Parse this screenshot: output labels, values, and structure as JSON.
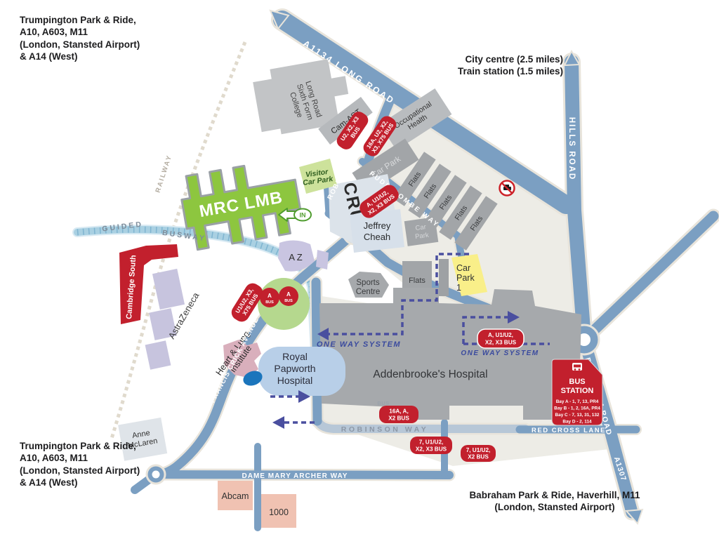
{
  "corners": {
    "top_left": "Trumpington Park & Ride,\nA10, A603, M11\n(London, Stansted Airport)\n&  A14 (West)",
    "top_right": "City centre (2.5 miles)\nTrain station (1.5 miles)",
    "bottom_left": "Trumpington Park & Ride,\nA10, A603, M11\n(London, Stansted Airport)\n&  A14 (West)",
    "bottom_right": "Babraham Park & Ride, Haverhill, M11\n(London, Stansted Airport)"
  },
  "roads": {
    "a1134_long_road": "A1134    LONG ROAD",
    "hills_road": "HILLS ROAD",
    "robinson_way_upper": "ROBINSON WAY",
    "puddicombe_way": "PUDDICOMBE WAY",
    "francis_crick_avenue": "FRANCIS CRICK AVENUE",
    "guided": "GUIDED",
    "busway": "BUSWAY",
    "railway": "RAILWAY",
    "dame_mary_archer_way": "DAME MARY ARCHER WAY",
    "robinson_way_lower": "ROBINSON  WAY",
    "red_cross_lane": "RED CROSS LANE",
    "babraham_road": "BABRAHAM ROAD",
    "a1307": "A1307",
    "one_way_system_1": "ONE WAY SYSTEM",
    "one_way_system_2": "ONE WAY SYSTEM"
  },
  "stations": {
    "cambridge_south": "Cambridge South",
    "bus_station": {
      "title": [
        "BUS",
        "STATION"
      ],
      "bays": [
        "Bay A - 1, 7, 13, PR4",
        "Bay B - 1, 2, 16A, PR4",
        "Bay C - 7, 13, 31, 132",
        "Bay D - 2, 114"
      ]
    }
  },
  "buildings": {
    "college": [
      "Long Road",
      "Sixth Form",
      "College"
    ],
    "cam_ast": "Cam-AST",
    "occupational_health": [
      "Occupational",
      "Health"
    ],
    "car_park_top": "Car Park",
    "flats": "Flats",
    "cruk": "CRUK",
    "jeffrey_cheah": [
      "Jeffrey",
      "Cheah"
    ],
    "car_park_mid": [
      "Car",
      "Park"
    ],
    "sports_centre": [
      "Sports",
      "Centre"
    ],
    "car_park_1": [
      "Car",
      "Park",
      "1"
    ],
    "addenbrookes": "Addenbrooke's Hospital",
    "mrc_lmb": "MRC LMB",
    "visitor_car_park": [
      "Visitor",
      "Car Park"
    ],
    "in_marker": "IN",
    "az": "A Z",
    "astrazeneca": "AstraZeneca",
    "royal_papworth": [
      "Royal",
      "Papworth",
      "Hospital"
    ],
    "heart_lung": [
      "Heart & Lung",
      "Institute"
    ],
    "anne_mclaren": [
      "Anne",
      "McLaren"
    ],
    "abcam": "Abcam",
    "thousand": "1000"
  },
  "bus_stops": {
    "stop_cam_ast": [
      "U2, X2, X3",
      "BUS"
    ],
    "stop_16a": [
      "16A, U2, X2,",
      "X3, X75 BUS"
    ],
    "stop_cruk": [
      "A, U1/U2,",
      "X2, X3 BUS"
    ],
    "stop_francis_crick": [
      "U1/U2, X3,",
      "X75 BUS"
    ],
    "a_circle": [
      "A",
      "BUS"
    ],
    "stop_one_way": [
      "A, U1/U2,",
      "X2, X3 BUS"
    ],
    "stop_robinson": [
      "16A, A,",
      "X2 BUS"
    ],
    "stop_robinson_small_label": "BUS",
    "stop_7a": [
      "7, U1/U2,",
      "X2, X3 BUS"
    ],
    "stop_7b": [
      "7, U1/U2,",
      "X2 BUS"
    ]
  },
  "colors": {
    "road_blue": "#7b9fc2",
    "busway_blue": "#a9d0e2",
    "stop_red": "#c2202d",
    "mrc_green": "#8dc63f",
    "visitor_green": "#cde29b",
    "car_park_yellow": "#f9ef89",
    "one_way_purple": "#4a4f9f",
    "building_gray": "#a2a5a8",
    "campus_beige": "#edece6",
    "pink_building": "#f0c2b2",
    "astrazeneca_purple": "#c7c4de",
    "papworth_blue": "#b8cfe8"
  }
}
